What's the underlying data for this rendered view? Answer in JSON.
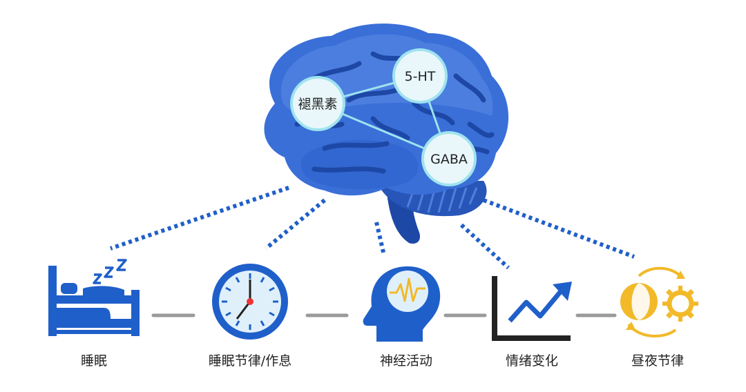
{
  "colors": {
    "brain_base": "#3a6fd8",
    "brain_light": "#5b8ae6",
    "brain_dark": "#1d48a6",
    "icon_blue": "#1f5fc9",
    "gold": "#f2b929",
    "connector_gray": "#9a9a9a",
    "node_fill": "#e9f7fb",
    "node_ring": "#9fe3ef"
  },
  "brain": {
    "nodes": [
      {
        "id": "melatonin",
        "label": "褪黑素"
      },
      {
        "id": "serotonin",
        "label": "5-HT"
      },
      {
        "id": "gaba",
        "label": "GABA"
      }
    ]
  },
  "categories": [
    {
      "id": "sleep",
      "label": "睡眠",
      "icon": "sleeping-bed-zzz-icon"
    },
    {
      "id": "schedule",
      "label": "睡眠节律/作息",
      "icon": "clock-icon"
    },
    {
      "id": "neural",
      "label": "神经活动",
      "icon": "head-brainwave-icon"
    },
    {
      "id": "mood",
      "label": "情绪变化",
      "icon": "trend-up-chart-icon"
    },
    {
      "id": "circadian",
      "label": "昼夜节律",
      "icon": "day-night-cycle-icon"
    }
  ]
}
